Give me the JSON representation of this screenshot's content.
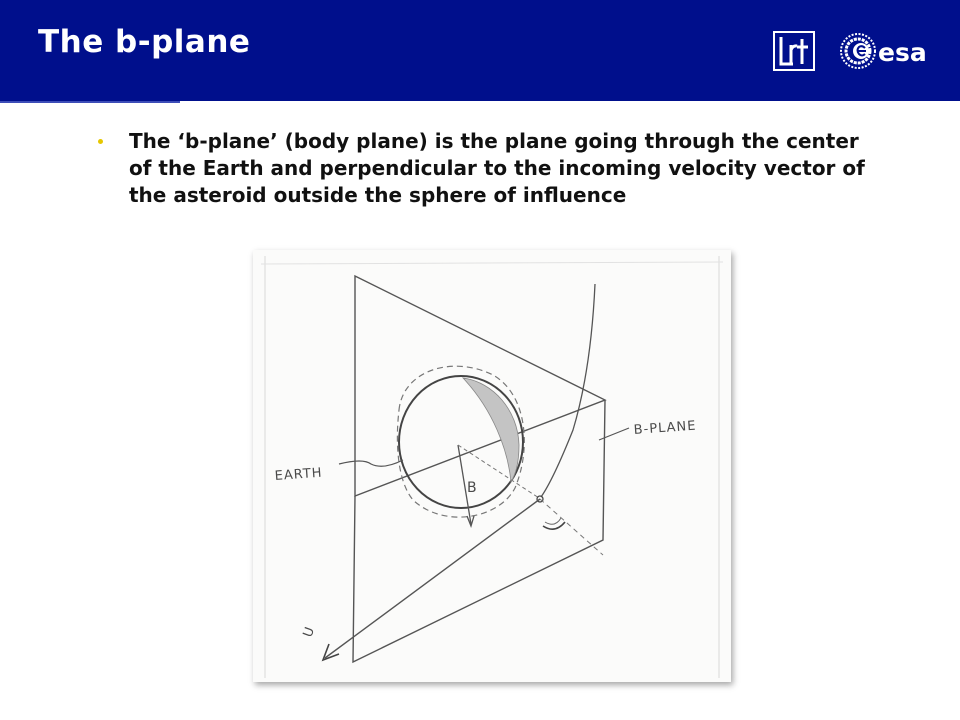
{
  "slide": {
    "title": "The b-plane",
    "bullets": [
      "The ‘b-plane’ (body plane) is the plane going through the center of the Earth and perpendicular to the incoming velocity vector of the asteroid outside the sphere of influence"
    ]
  },
  "logos": {
    "tudelft_text": "",
    "esa_text": "esa"
  },
  "figure": {
    "labels": {
      "earth": "EARTH",
      "b_plane": "B-PLANE",
      "b": "B",
      "velocity": "U"
    }
  },
  "colors": {
    "header_bg": "#000f8c",
    "title_text": "#ffffff",
    "bullet": "#e6c700"
  }
}
